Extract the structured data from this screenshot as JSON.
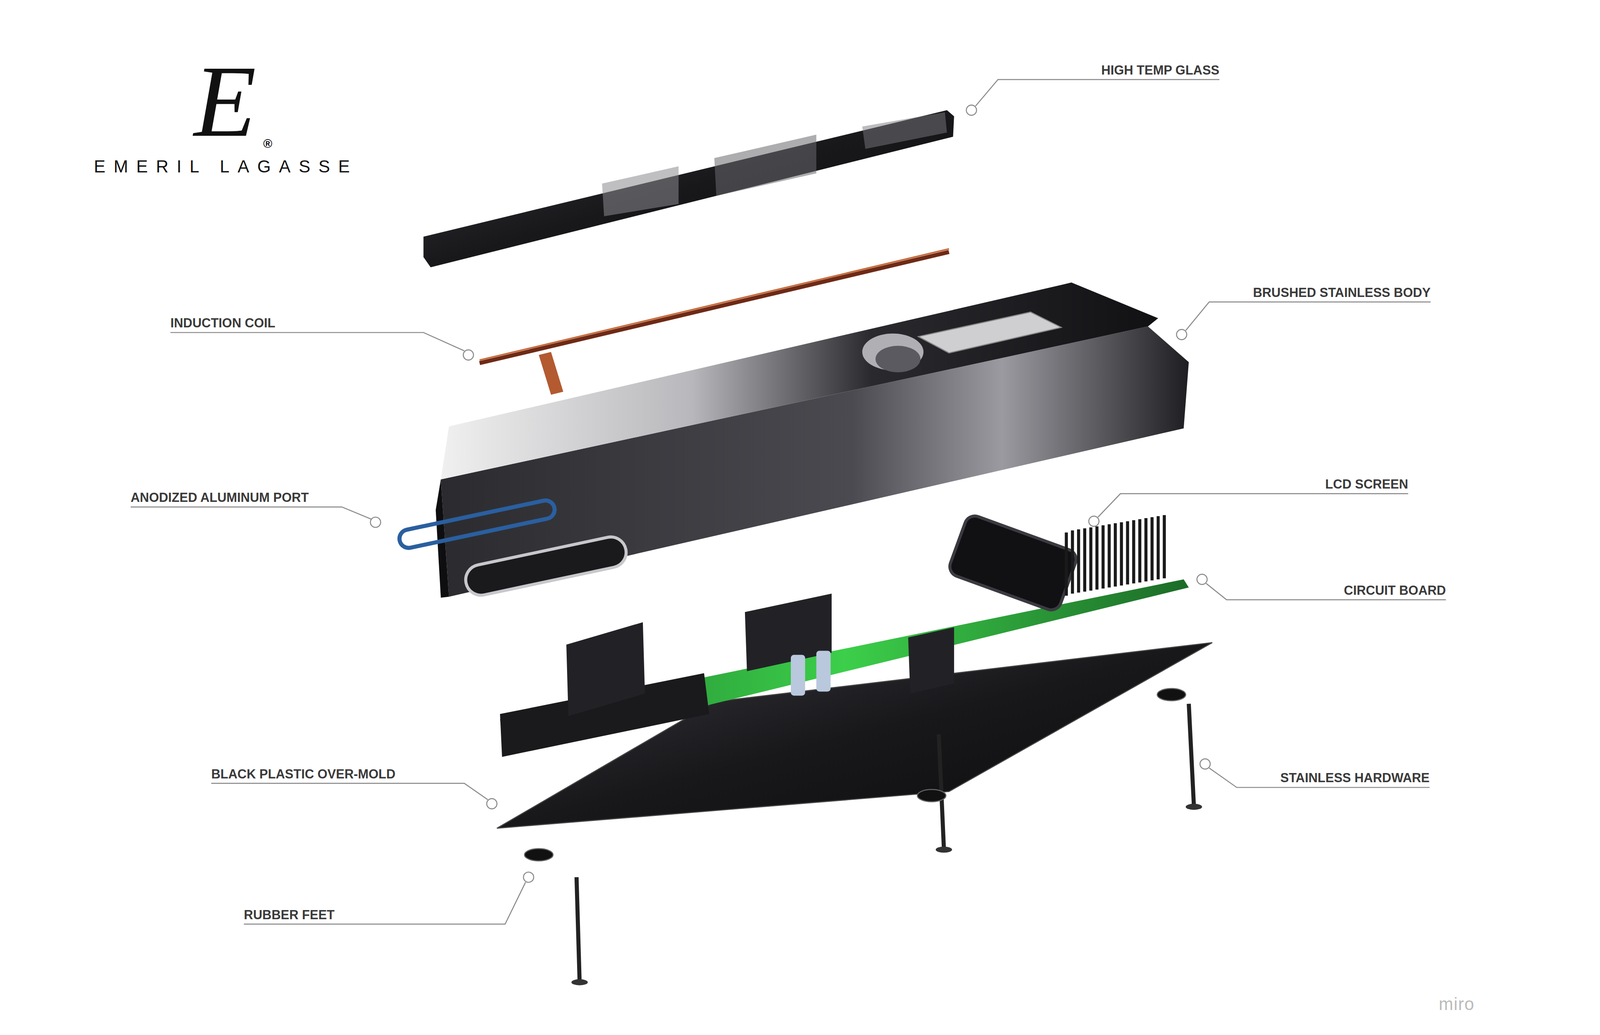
{
  "diagram": {
    "title": "EMERIL LAGASSE",
    "labels": [
      "E",
      "®",
      "HIGH TEMP GLASS",
      "INDUCTION COIL",
      "BRUSHED STAINLESS BODY",
      "ANODIZED ALUMINUM PORT",
      "LCD SCREEN",
      "CIRCUIT BOARD",
      "BLACK PLASTIC OVER-MOLD",
      "STAINLESS HARDWARE",
      "RUBBER FEET",
      "miro"
    ]
  }
}
